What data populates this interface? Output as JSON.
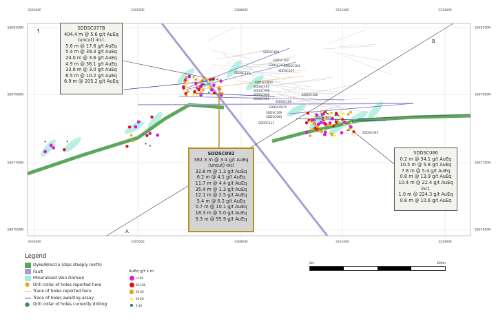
{
  "grid": {
    "eastings": [
      "330200E",
      "330500E",
      "330800E",
      "331100E",
      "331400E"
    ],
    "northings": [
      "5868100N",
      "5867900N",
      "5867700N",
      "5867500N"
    ]
  },
  "section_line": {
    "start_label": "A",
    "end_label": "B"
  },
  "north_arrow": "↑",
  "drill_holes": [
    "SDDSC100",
    "SDDSC102",
    "SDDSC103",
    "SDDSC104",
    "SDDSC107",
    "SDDSC110",
    "SDDSC094A",
    "SDDSC101",
    "SDDSC096",
    "SDDSC098",
    "SDDSC099",
    "SDDSC106",
    "SDDSC097A",
    "SDDSC109",
    "SDDSC093",
    "SDDSC111",
    "SDDSC108",
    "SDDSC105",
    "SDDSC095"
  ],
  "callouts": [
    {
      "hole": "SDDSC077B",
      "lines": [
        "404.4 m @ 5.6 g/t AuEq",
        "(uncut) incl.",
        "5.6 m @ 17.8 g/t AuEq",
        "5.4 m @ 39.3 g/t AuEq",
        "24.0 m @ 3.6 g/t AuEq",
        "4.9 m @ 36.1 g/t AuEq",
        "33.8 m @ 3.0 g/t AuEq",
        "6.5 m @ 10.2 g/t AuEq",
        "6.9 m @ 205.2 g/t AuEq"
      ]
    },
    {
      "hole": "SDDSC092",
      "lines": [
        "382.3 m @ 3.4 g/t AuEq",
        "(uncut) incl",
        "32.8 m @ 1.3 g/t AuEq",
        "6.2 m @ 4.1 g/t AuEq",
        "11.7 m @ 4.4 g/t AuEq",
        "35.4 m @ 1.3 g/t AuEq",
        "12.1 m @ 2.5 g/t AuEq",
        "5.4 m @ 6.2 g/t AuEq",
        "0.7 m @ 10.1 g/t AuEq",
        "18.3 m @ 5.0 g/t AuEq",
        "9.3 m @ 95.9 g/t AuEq"
      ]
    },
    {
      "hole": "SDDSC066",
      "lines": [
        "0.2 m @ 34.1 g/t AuEq",
        "10.5 m @ 5.8 g/t AuEq",
        "7.8 m @ 5.4 g/t AuEq",
        "0.8 m @ 13.9 g/t AuEq",
        "10.4 m @ 22.4 g/t AuEq",
        "incl.",
        "1.0 m @ 224.3 g/t AuEq",
        "0.8 m @ 10.6 g/t AuEq"
      ]
    }
  ],
  "legend": {
    "title": "Legend",
    "items": [
      {
        "label": "Dyke/Breccia (dips steeply north)",
        "color": "#5aa85a"
      },
      {
        "label": "Fault",
        "color": "#a99bd6"
      },
      {
        "label": "Mineralised Vein Domain",
        "color": "#a6ecdc"
      },
      {
        "label": "Drill collar of holes reported here",
        "color": "#e8a030"
      },
      {
        "label": "Trace of holes reported here",
        "color": "#f0c060"
      },
      {
        "label": "Trace of holes awaiting assay",
        "color": "#3a3aa8"
      },
      {
        "label": "Drill collar of holes currently drilling",
        "color": "#2e8b4a"
      }
    ]
  },
  "aueq": {
    "title": "AuEq g/t x m",
    "classes": [
      {
        "label": ">100",
        "color": "#d020d0"
      },
      {
        "label": "50-100",
        "color": "#e01010"
      },
      {
        "label": "20-50",
        "color": "#f0a020"
      },
      {
        "label": "10-20",
        "color": "#f5f020"
      },
      {
        "label": "2-10",
        "color": "#2e7d4a"
      }
    ]
  },
  "scale": {
    "start": "0m",
    "end": "400m"
  }
}
